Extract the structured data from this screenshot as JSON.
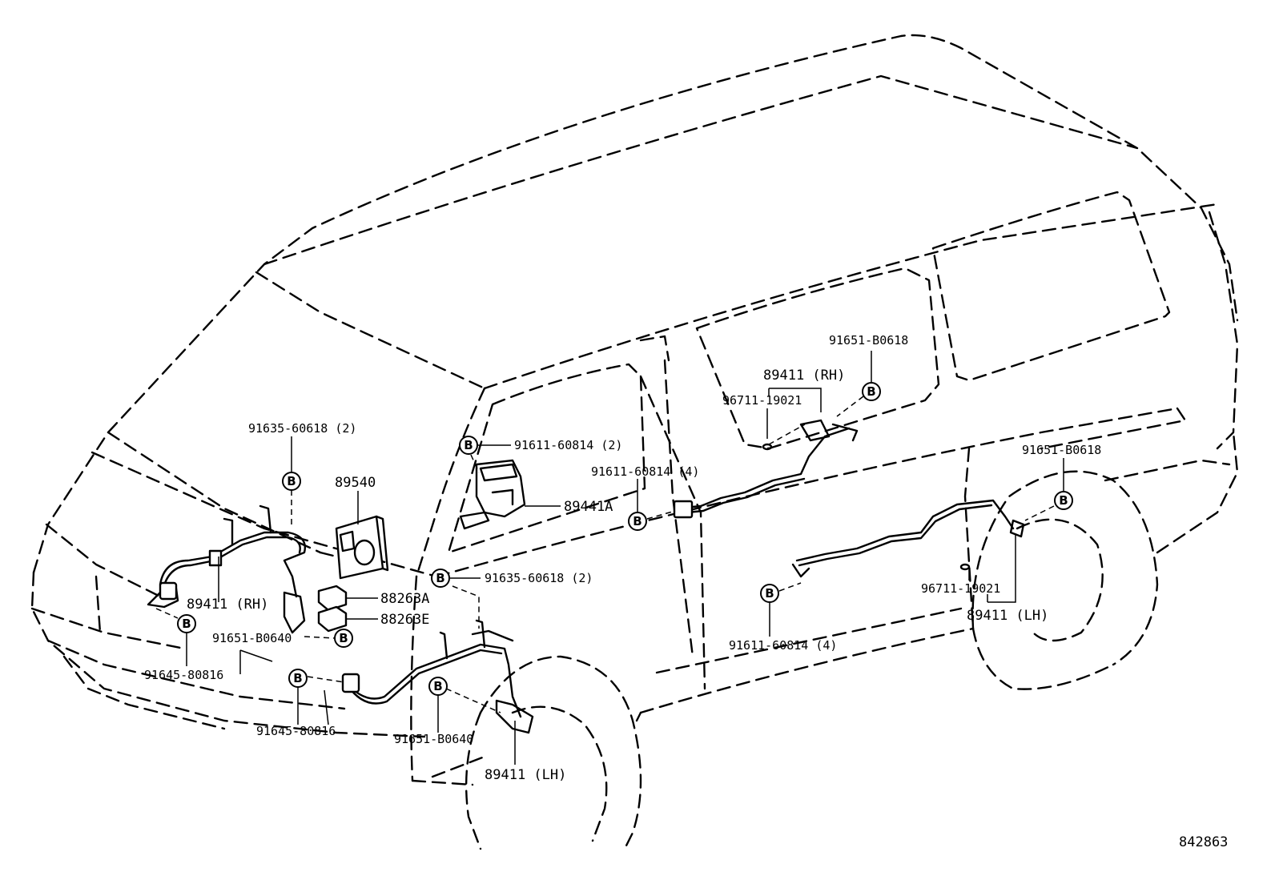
{
  "diagram": {
    "bolt_marker": "B",
    "drawing_number": "842863",
    "parts": {
      "p91635_top": "91635-60618 (2)",
      "p89540": "89540",
      "p89411_rh_front": "89411 (RH)",
      "p88263a": "88263A",
      "p88263e": "88263E",
      "p91651_b0640_front": "91651-B0640",
      "p91645_80816_a": "91645-80816",
      "p91645_80816_b": "91645-80816",
      "p91651_b0640_lower": "91651-B0640",
      "p89411_lh_front": "89411 (LH)",
      "p91611_60814_2": "91611-60814 (2)",
      "p89441a": "89441A",
      "p91635_mid": "91635-60618 (2)",
      "p91611_60814_4_upper": "91611-60814 (4)",
      "p91651_b0618_top": "91651-B0618",
      "p89411_rh_rear": "89411 (RH)",
      "p96711_19021_top": "96711-19021",
      "p91651_b0618_right": "91651-B0618",
      "p96711_19021_lower": "96711-19021",
      "p89411_lh_rear": "89411 (LH)",
      "p91611_60814_4_lower": "91611-60814 (4)"
    }
  }
}
